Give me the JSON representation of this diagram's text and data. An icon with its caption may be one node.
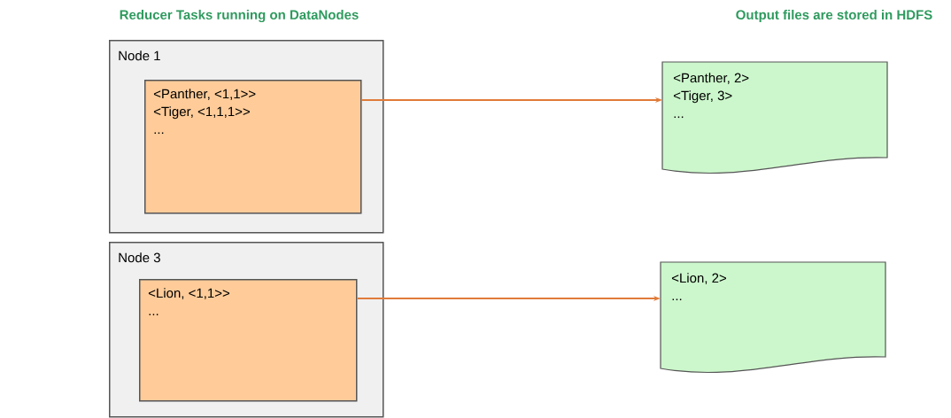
{
  "diagram": {
    "nodes": [
      {
        "text": [
          "Node 1"
        ]
      },
      {
        "text": [
          "<Panther, <1,1>>",
          "<Tiger, <1,1,1>>",
          "..."
        ],
        "in": 0
      },
      {
        "text": [
          "Node 3"
        ]
      },
      {
        "text": [
          "<Lion, <1,1>>",
          "..."
        ],
        "in": 2
      },
      {
        "text": [
          "<Panther, 2>",
          "<Tiger, 3>",
          "..."
        ]
      },
      {
        "text": [
          "<Lion, 2>",
          "..."
        ]
      }
    ],
    "edges": [
      {
        "from": 1,
        "to": 4,
        "arrow": "to"
      },
      {
        "from": 3,
        "to": 5,
        "arrow": "to"
      }
    ],
    "labels": [
      "Reducer Tasks running on DataNodes",
      "Output files are stored in HDFS"
    ]
  }
}
